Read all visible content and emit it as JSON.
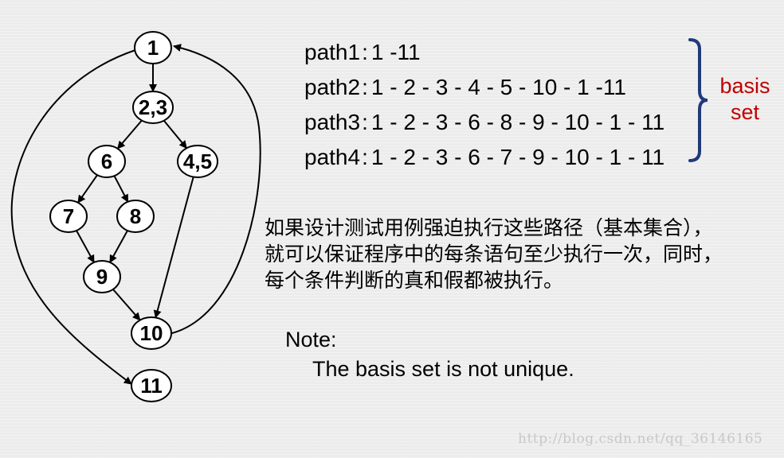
{
  "graph": {
    "nodes": [
      {
        "id": "1",
        "label": "1"
      },
      {
        "id": "23",
        "label": "2,3"
      },
      {
        "id": "6",
        "label": "6"
      },
      {
        "id": "45",
        "label": "4,5"
      },
      {
        "id": "7",
        "label": "7"
      },
      {
        "id": "8",
        "label": "8"
      },
      {
        "id": "9",
        "label": "9"
      },
      {
        "id": "10",
        "label": "10"
      },
      {
        "id": "11",
        "label": "11"
      }
    ],
    "edges": [
      {
        "from": "1",
        "to": "23"
      },
      {
        "from": "23",
        "to": "6"
      },
      {
        "from": "23",
        "to": "45"
      },
      {
        "from": "6",
        "to": "7"
      },
      {
        "from": "6",
        "to": "8"
      },
      {
        "from": "7",
        "to": "9"
      },
      {
        "from": "8",
        "to": "9"
      },
      {
        "from": "9",
        "to": "10"
      },
      {
        "from": "45",
        "to": "10"
      },
      {
        "from": "10",
        "to": "1"
      },
      {
        "from": "1",
        "to": "11"
      }
    ]
  },
  "paths": [
    {
      "name": "path1",
      "sequence": "1 -11"
    },
    {
      "name": "path2",
      "sequence": "1 - 2 - 3 - 4 - 5 - 10 - 1 -11"
    },
    {
      "name": "path3",
      "sequence": "1 - 2 - 3 - 6 - 8 - 9 - 10 - 1 - 11"
    },
    {
      "name": "path4",
      "sequence": "1 - 2 - 3 - 6 - 7 - 9 - 10 - 1 - 11"
    }
  ],
  "basis_label": {
    "line1": "basis",
    "line2": "set"
  },
  "description": {
    "line1": "如果设计测试用例强迫执行这些路径（基本集合），",
    "line2": "就可以保证程序中的每条语句至少执行一次，同时，",
    "line3": "每个条件判断的真和假都被执行。"
  },
  "note": {
    "title": "Note:",
    "body": "The basis set is not unique."
  },
  "watermark": "http://blog.csdn.net/qq_36146165",
  "colors": {
    "basis_label": "#c00000",
    "bracket": "#1f3a7a",
    "background": "#ececec"
  }
}
